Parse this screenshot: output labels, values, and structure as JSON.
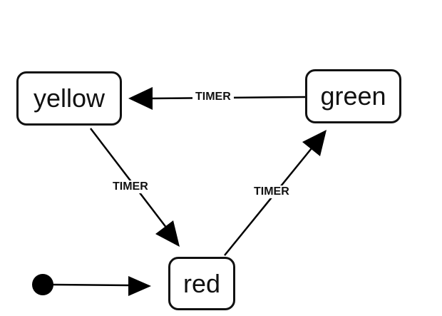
{
  "diagram": {
    "states": {
      "yellow": "yellow",
      "green": "green",
      "red": "red"
    },
    "transitions": {
      "green_to_yellow": "TIMER",
      "yellow_to_red": "TIMER",
      "red_to_green": "TIMER"
    }
  }
}
